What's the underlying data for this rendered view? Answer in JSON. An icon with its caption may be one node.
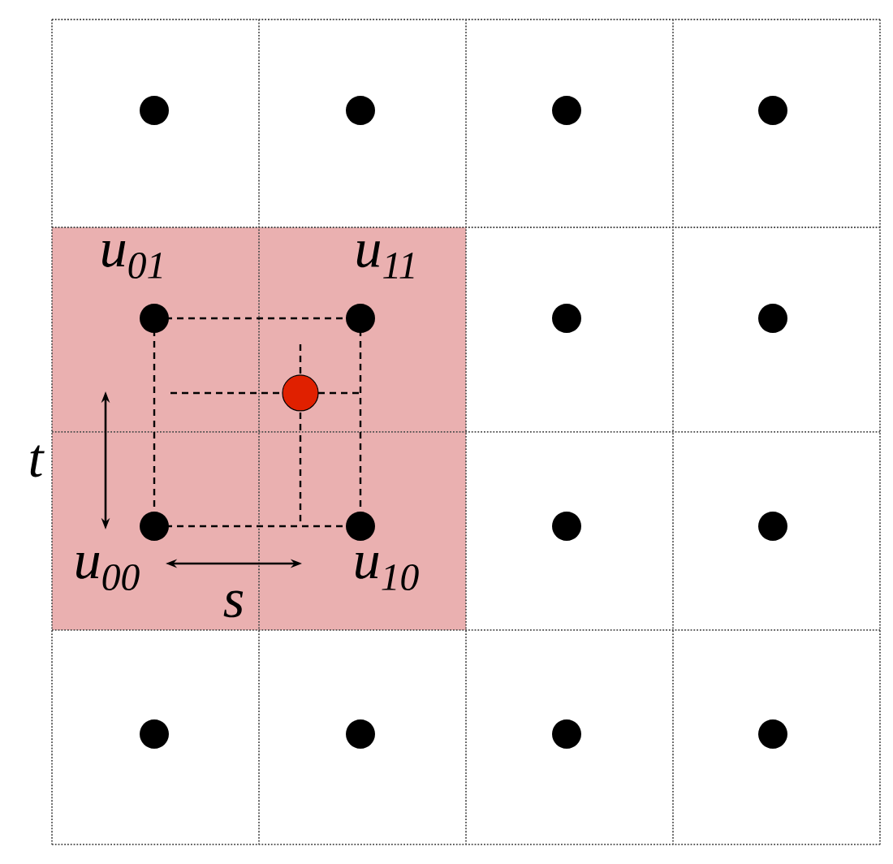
{
  "diagram": {
    "labels": [
      "u$_{01}$",
      "u$_{11}$",
      "t",
      "u$_{00}$",
      "u$_{10}$",
      "s"
    ]
  }
}
